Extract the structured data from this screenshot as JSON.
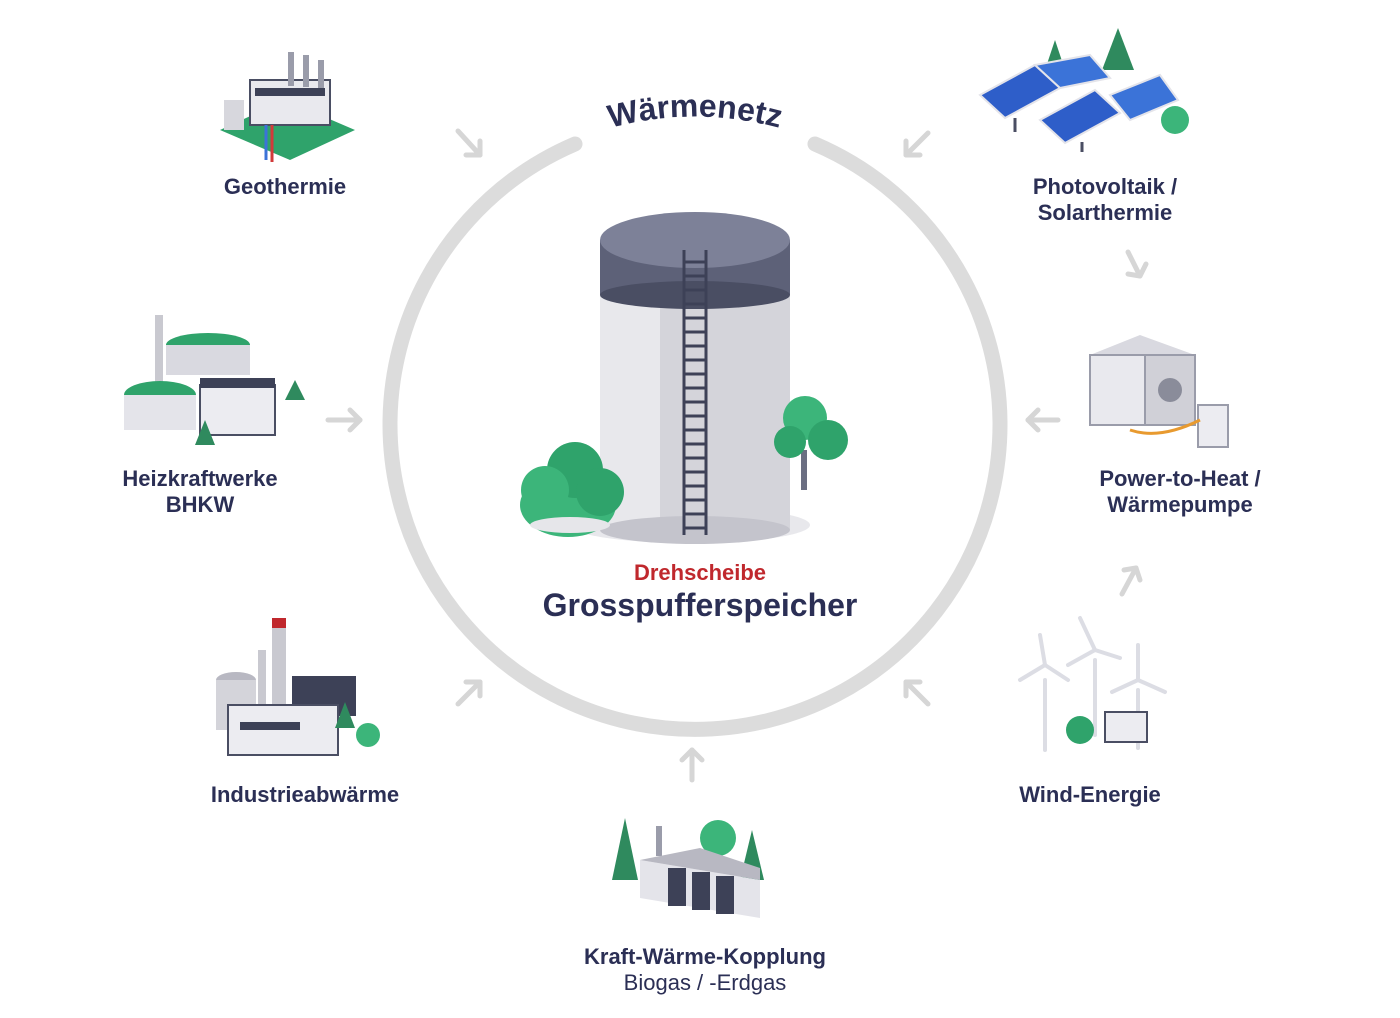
{
  "ring": {
    "title": "Wärmenetz"
  },
  "center": {
    "kicker": "Drehscheibe",
    "title": "Grosspufferspeicher"
  },
  "sources": [
    {
      "id": "geothermie",
      "lines": [
        "Geothermie"
      ]
    },
    {
      "id": "heizkraftwerke",
      "lines": [
        "Heizkraftwerke",
        "BHKW"
      ]
    },
    {
      "id": "industrie",
      "lines": [
        "Industrieabwärme"
      ]
    },
    {
      "id": "kwk",
      "lines": [
        "Kraft-Wärme-Kopplung"
      ],
      "subline": "Biogas / -Erdgas"
    },
    {
      "id": "wind",
      "lines": [
        "Wind-Energie"
      ]
    },
    {
      "id": "powertoheat",
      "lines": [
        "Power-to-Heat /",
        "Wärmepumpe"
      ]
    },
    {
      "id": "photovoltaik",
      "lines": [
        "Photovoltaik /",
        "Solarthermie"
      ]
    }
  ],
  "colors": {
    "navy": "#2b2f55",
    "accent": "#c0282d",
    "ring": "#dcdcdc",
    "green": "#2fa36b",
    "arrow": "#d6d6d6"
  }
}
